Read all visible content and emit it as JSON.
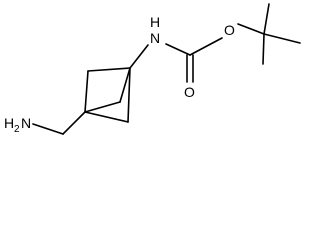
{
  "molecule": {
    "atoms": {
      "nh": "N",
      "nh_h": "H",
      "carbonyl_o": "O",
      "ester_o": "O",
      "amine_h": "H",
      "amine_h_count": "2",
      "amine_n": "N"
    },
    "colors": {
      "bond": "#000000",
      "background": "#ffffff"
    }
  }
}
